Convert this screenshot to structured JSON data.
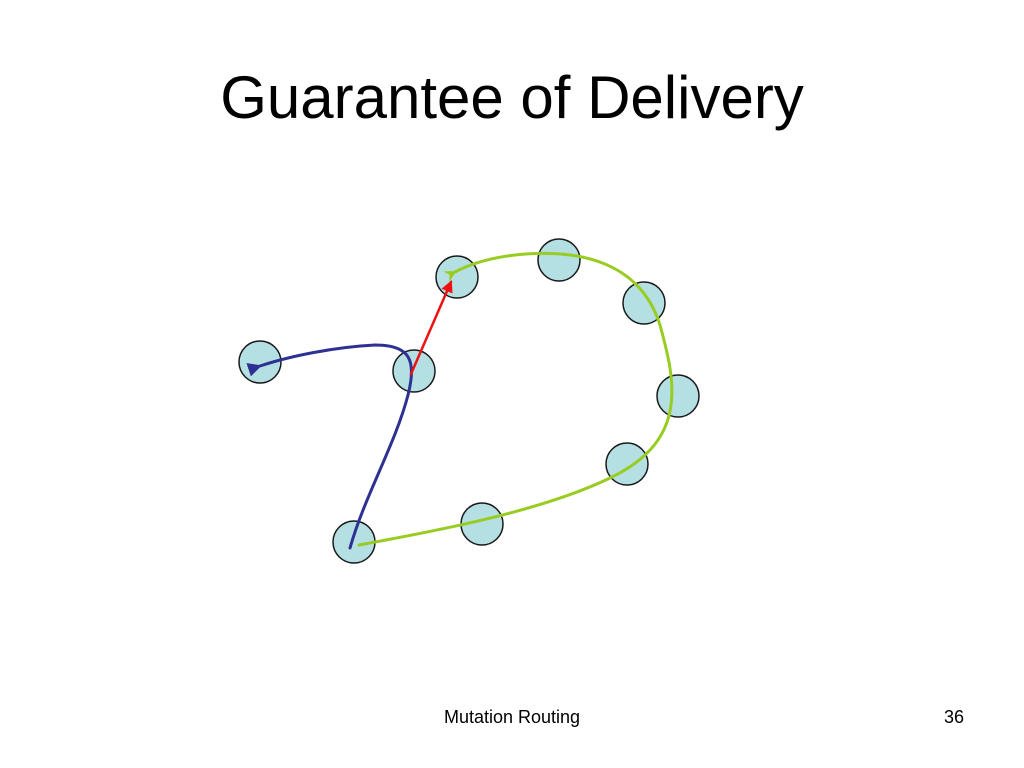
{
  "slide": {
    "title": "Guarantee of Delivery",
    "footer_text": "Mutation Routing",
    "page_number": "36"
  },
  "colors": {
    "node_fill": "#b4dfe3",
    "node_stroke": "#1a1a1a",
    "green_path": "#99cc22",
    "blue_path": "#2e3192",
    "red_arrow": "#ee1111"
  }
}
